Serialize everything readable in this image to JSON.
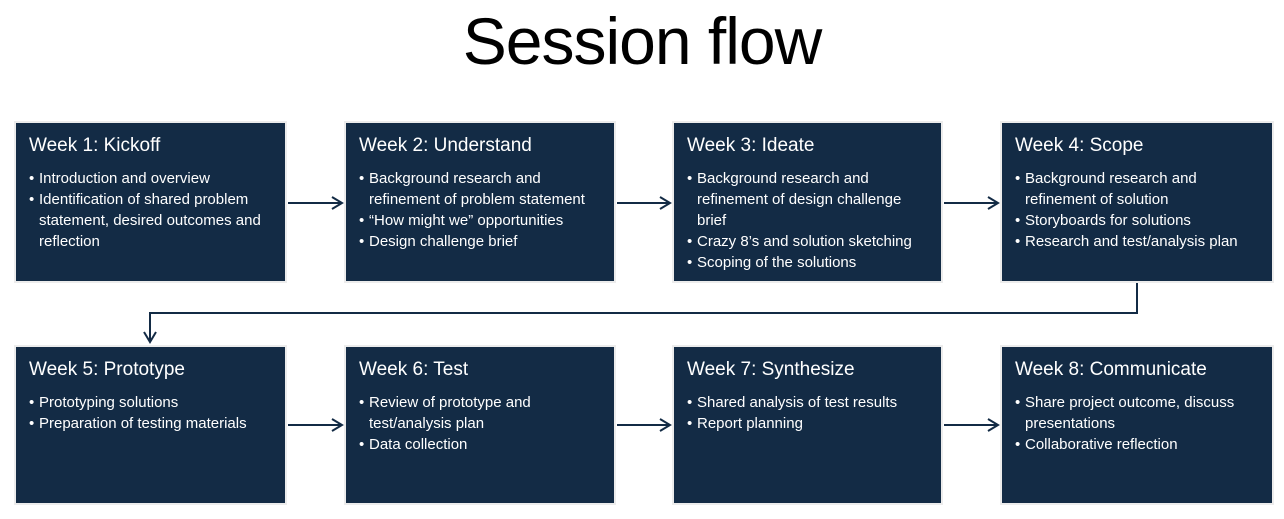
{
  "title": "Session flow",
  "colors": {
    "box_bg": "#132b45",
    "box_outline": "#ececec",
    "arrow": "#132b45",
    "box_text": "#ffffff",
    "title_text": "#000000",
    "background": "#ffffff"
  },
  "boxes": [
    {
      "title": "Week 1: Kickoff",
      "bullets": [
        "Introduction and overview",
        "Identification of shared problem statement, desired outcomes and reflection"
      ]
    },
    {
      "title": "Week 2: Understand",
      "bullets": [
        "Background research and refinement of problem statement",
        "“How might we” opportunities",
        "Design challenge brief"
      ]
    },
    {
      "title": "Week 3: Ideate",
      "bullets": [
        "Background research and refinement of design challenge brief",
        "Crazy 8’s and solution sketching",
        "Scoping of the solutions"
      ]
    },
    {
      "title": "Week 4: Scope",
      "bullets": [
        "Background research and refinement of solution",
        "Storyboards for solutions",
        "Research and test/analysis plan"
      ]
    },
    {
      "title": "Week 5: Prototype",
      "bullets": [
        "Prototyping solutions",
        "Preparation of testing materials"
      ]
    },
    {
      "title": "Week 6: Test",
      "bullets": [
        "Review of prototype and test/analysis plan",
        "Data collection"
      ]
    },
    {
      "title": "Week 7: Synthesize",
      "bullets": [
        "Shared analysis of test results",
        "Report planning"
      ]
    },
    {
      "title": "Week 8: Communicate",
      "bullets": [
        "Share project outcome, discuss presentations",
        "Collaborative reflection"
      ]
    }
  ]
}
